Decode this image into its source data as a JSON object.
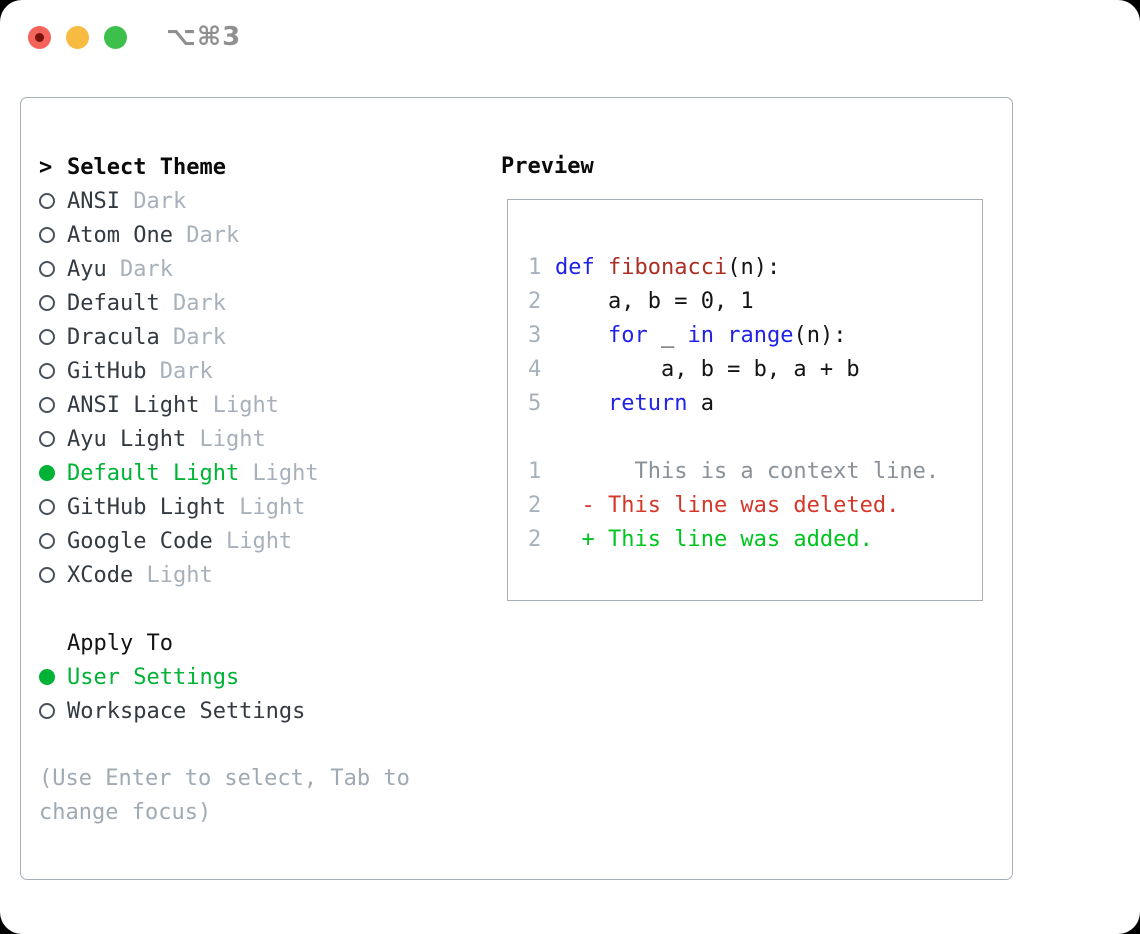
{
  "window": {
    "tab_title": "⌥⌘3"
  },
  "panel": {
    "select_header": {
      "prompt": ">",
      "label": "Select Theme"
    },
    "themes": [
      {
        "name": "ANSI",
        "variant": "Dark",
        "selected": false
      },
      {
        "name": "Atom One",
        "variant": "Dark",
        "selected": false
      },
      {
        "name": "Ayu",
        "variant": "Dark",
        "selected": false
      },
      {
        "name": "Default",
        "variant": "Dark",
        "selected": false
      },
      {
        "name": "Dracula",
        "variant": "Dark",
        "selected": false
      },
      {
        "name": "GitHub",
        "variant": "Dark",
        "selected": false
      },
      {
        "name": "ANSI Light",
        "variant": "Light",
        "selected": false
      },
      {
        "name": "Ayu Light",
        "variant": "Light",
        "selected": false
      },
      {
        "name": "Default Light",
        "variant": "Light",
        "selected": true
      },
      {
        "name": "GitHub Light",
        "variant": "Light",
        "selected": false
      },
      {
        "name": "Google Code",
        "variant": "Light",
        "selected": false
      },
      {
        "name": "XCode",
        "variant": "Light",
        "selected": false
      }
    ],
    "apply_to": {
      "label": "Apply To",
      "options": [
        {
          "label": "User Settings",
          "selected": true
        },
        {
          "label": "Workspace Settings",
          "selected": false
        }
      ]
    },
    "hint": "(Use Enter to select, Tab to change focus)"
  },
  "preview": {
    "title": "Preview",
    "code_lines": [
      {
        "num": "1",
        "segs": [
          {
            "t": "def "
          },
          {
            "t": "fibonacci"
          },
          {
            "t": "(n):"
          }
        ]
      },
      {
        "num": "2",
        "segs": [
          {
            "t": "    a, b = 0, 1"
          }
        ]
      },
      {
        "num": "3",
        "segs": [
          {
            "t": "    "
          },
          {
            "t": "for"
          },
          {
            "t": " _ "
          },
          {
            "t": "in"
          },
          {
            "t": " "
          },
          {
            "t": "range"
          },
          {
            "t": "(n):"
          }
        ]
      },
      {
        "num": "4",
        "segs": [
          {
            "t": "        a, b = b, a + b"
          }
        ]
      },
      {
        "num": "5",
        "segs": [
          {
            "t": "    "
          },
          {
            "t": "return"
          },
          {
            "t": " a"
          }
        ]
      }
    ],
    "diff_lines": [
      {
        "num": "1",
        "text": "      This is a context line."
      },
      {
        "num": "2",
        "text": "  - This line was deleted."
      },
      {
        "num": "2",
        "text": "  + This line was added."
      }
    ]
  },
  "colors": {
    "traffic_red": "#f4635c",
    "traffic_red_dot": "#7b1209",
    "traffic_yellow": "#f6bb40",
    "traffic_green": "#3dbf4c",
    "tab_title": "#8f8f8f",
    "border": "#a6aeb8",
    "item_text": "#343a42",
    "variant_text": "#a8b1bb",
    "selected_green": "#00b235",
    "apply_label": "#141414",
    "hint_text": "#9faab4",
    "keyword": "#2222e6",
    "function": "#ac2f24",
    "code_text": "#141414",
    "line_number": "#a8b1bb",
    "diff_context": "#8a9199",
    "diff_deleted": "#d4382a",
    "diff_added": "#00c41f"
  }
}
